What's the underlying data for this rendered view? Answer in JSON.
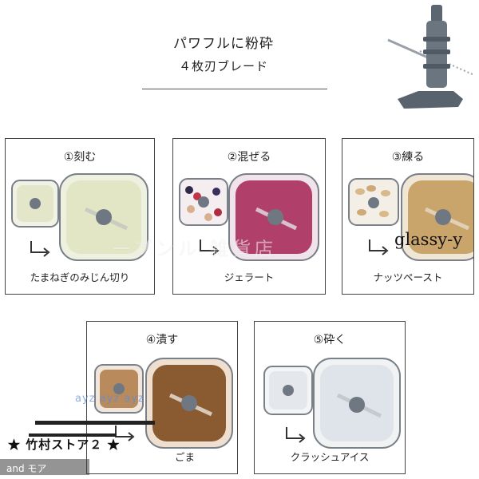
{
  "header": {
    "line1": "パワフルに粉砕",
    "line2": "４枚刃ブレード"
  },
  "panels": [
    {
      "title": "①刻む",
      "caption": "たまねぎのみじん切り",
      "color": "#e8ead2"
    },
    {
      "title": "②混ぜる",
      "caption": "ジェラート",
      "color": "#b0406a"
    },
    {
      "title": "③練る",
      "caption": "ナッツペースト",
      "color": "#c9a46b"
    },
    {
      "title": "④潰す",
      "caption": "ごま",
      "color": "#8a5a30"
    },
    {
      "title": "⑤砕く",
      "caption": "クラッシュアイス",
      "color": "#dfe4ea"
    }
  ],
  "watermarks": {
    "overlay": "ープンル 雑貨店",
    "glassy": "glassy-y",
    "ayz": "ayz ayz ayz",
    "store": "★ 竹村ストア２ ★",
    "and_more": "and モア"
  }
}
